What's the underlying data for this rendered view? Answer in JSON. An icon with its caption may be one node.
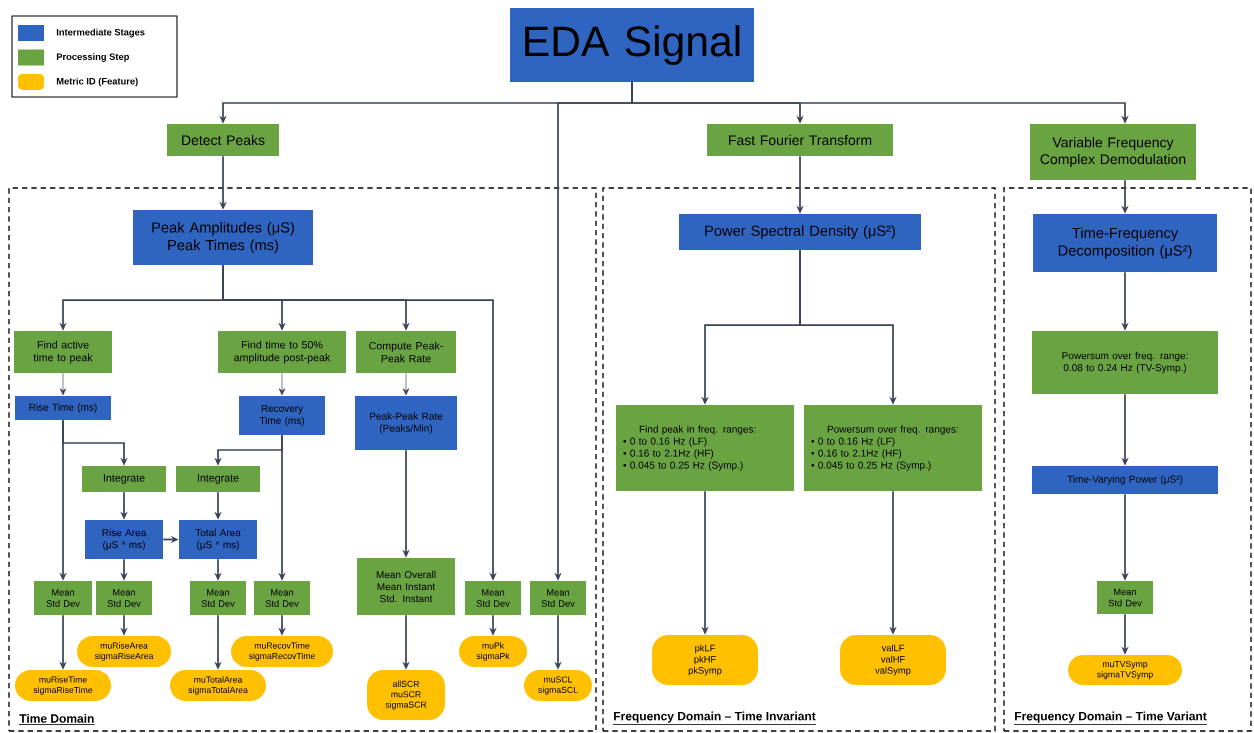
{
  "diagram": {
    "nodes": [
      {
        "text": [
          "EDA Signal"
        ]
      },
      {
        "text": [
          "Detect Peaks"
        ]
      },
      {
        "text": [
          "Fast Fourier Transform"
        ]
      },
      {
        "text": [
          "Variable Frequency Complex Demodulation"
        ]
      },
      {
        "text": [
          "Time Domain"
        ]
      },
      {
        "text": [
          "Frequency Domain – Time Invariant"
        ]
      },
      {
        "text": [
          "Frequency Domain – Time Variant"
        ]
      },
      {
        "text": [
          "Peak Amplitudes (μS)",
          "Peak Times (ms)"
        ],
        "in": 4
      },
      {
        "text": [
          "Power Spectral Density (μS²)"
        ],
        "in": 5
      },
      {
        "text": [
          "Time-Frequency Decomposition (μS²)"
        ],
        "in": 6
      },
      {
        "text": [
          "Find active time to peak"
        ],
        "in": 4
      },
      {
        "text": [
          "Find time to 50% amplitude post-peak"
        ],
        "in": 4
      },
      {
        "text": [
          "Compute Peak-Peak Rate"
        ],
        "in": 4
      },
      {
        "text": [
          "Rise Time (ms)"
        ],
        "in": 4
      },
      {
        "text": [
          "Recovery Time (ms)"
        ],
        "in": 4
      },
      {
        "text": [
          "Peak-Peak Rate (Peaks/Min)"
        ],
        "in": 4
      },
      {
        "text": [
          "Integrate"
        ],
        "in": 4
      },
      {
        "text": [
          "Integrate"
        ],
        "in": 4
      },
      {
        "text": [
          "Rise Area (μS * ms)"
        ],
        "in": 4
      },
      {
        "text": [
          "Total Area (μS * ms)"
        ],
        "in": 4
      },
      {
        "text": [
          "Mean",
          "Std Dev"
        ],
        "in": 4
      },
      {
        "text": [
          "Mean",
          "Std Dev"
        ],
        "in": 4
      },
      {
        "text": [
          "Mean",
          "Std Dev"
        ],
        "in": 4
      },
      {
        "text": [
          "Mean",
          "Std Dev"
        ],
        "in": 4
      },
      {
        "text": [
          "Mean Overall",
          "Mean Instant",
          "Std. Instant"
        ],
        "in": 4
      },
      {
        "text": [
          "Mean",
          "Std Dev"
        ],
        "in": 4
      },
      {
        "text": [
          "Mean",
          "Std Dev"
        ],
        "in": 4
      },
      {
        "text": [
          "muRiseArea",
          "sigmaRiseArea"
        ],
        "in": 4
      },
      {
        "text": [
          "muRecovTime",
          "sigmaRecovTime"
        ],
        "in": 4
      },
      {
        "text": [
          "muPk",
          "sigmaPk"
        ],
        "in": 4
      },
      {
        "text": [
          "muRiseTime",
          "sigmaRiseTime"
        ],
        "in": 4
      },
      {
        "text": [
          "muTotalArea",
          "sigmaTotalArea"
        ],
        "in": 4
      },
      {
        "text": [
          "allSCR",
          "muSCR",
          "sigmaSCR"
        ],
        "in": 4
      },
      {
        "text": [
          "muSCL",
          "sigmaSCL"
        ],
        "in": 4
      },
      {
        "text": [
          "Find peak in freq. ranges:",
          "• 0 to 0.16 Hz (LF)",
          "• 0.16 to 2.1Hz (HF)",
          "• 0.045 to 0.25 Hz (Symp.)"
        ],
        "in": 5
      },
      {
        "text": [
          "Powersum over freq. ranges:",
          "• 0 to 0.16 Hz (LF)",
          "• 0.16 to 2.1Hz (HF)",
          "• 0.045 to 0.25 Hz (Symp.)"
        ],
        "in": 5
      },
      {
        "text": [
          "pkLF",
          "pkHF",
          "pkSymp"
        ],
        "in": 5
      },
      {
        "text": [
          "valLF",
          "valHF",
          "valSymp"
        ],
        "in": 5
      },
      {
        "text": [
          "Powersum over freq. range: 0.08 to 0.24 Hz (TV-Symp.)"
        ],
        "in": 6
      },
      {
        "text": [
          "Time-Varying Power (μS²)"
        ],
        "in": 6
      },
      {
        "text": [
          "Mean",
          "Std Dev"
        ],
        "in": 6
      },
      {
        "text": [
          "muTVSymp",
          "sigmaTVSymp"
        ],
        "in": 6
      }
    ],
    "edges": [
      {
        "from": 0,
        "to": 1,
        "arrow": "to"
      },
      {
        "from": 0,
        "to": 26,
        "arrow": "to"
      },
      {
        "from": 0,
        "to": 2,
        "arrow": "to"
      },
      {
        "from": 0,
        "to": 3,
        "arrow": "to"
      },
      {
        "from": 1,
        "to": 7,
        "arrow": "to"
      },
      {
        "from": 2,
        "to": 8,
        "arrow": "to"
      },
      {
        "from": 3,
        "to": 9,
        "arrow": "to"
      },
      {
        "from": 7,
        "to": 10,
        "arrow": "to"
      },
      {
        "from": 7,
        "to": 11,
        "arrow": "to"
      },
      {
        "from": 7,
        "to": 12,
        "arrow": "to"
      },
      {
        "from": 7,
        "to": 25,
        "arrow": "to"
      },
      {
        "from": 10,
        "to": 13,
        "arrow": "to"
      },
      {
        "from": 11,
        "to": 14,
        "arrow": "to"
      },
      {
        "from": 12,
        "to": 15,
        "arrow": "to"
      },
      {
        "from": 13,
        "to": 20,
        "arrow": "to"
      },
      {
        "from": 13,
        "to": 16,
        "arrow": "to"
      },
      {
        "from": 14,
        "to": 17,
        "arrow": "to"
      },
      {
        "from": 14,
        "to": 23,
        "arrow": "to"
      },
      {
        "from": 16,
        "to": 18,
        "arrow": "to"
      },
      {
        "from": 17,
        "to": 19,
        "arrow": "to"
      },
      {
        "from": 18,
        "to": 19,
        "arrow": "to"
      },
      {
        "from": 18,
        "to": 21,
        "arrow": "to"
      },
      {
        "from": 19,
        "to": 22,
        "arrow": "to"
      },
      {
        "from": 15,
        "to": 24,
        "arrow": "to"
      },
      {
        "from": 24,
        "to": 32,
        "arrow": "to"
      },
      {
        "from": 20,
        "to": 30,
        "arrow": "to"
      },
      {
        "from": 21,
        "to": 27,
        "arrow": "to"
      },
      {
        "from": 22,
        "to": 31,
        "arrow": "to"
      },
      {
        "from": 23,
        "to": 28,
        "arrow": "to"
      },
      {
        "from": 25,
        "to": 29,
        "arrow": "to"
      },
      {
        "from": 26,
        "to": 33,
        "arrow": "to"
      },
      {
        "from": 8,
        "to": 34,
        "arrow": "to"
      },
      {
        "from": 8,
        "to": 35,
        "arrow": "to"
      },
      {
        "from": 34,
        "to": 36,
        "arrow": "to"
      },
      {
        "from": 35,
        "to": 37,
        "arrow": "to"
      },
      {
        "from": 9,
        "to": 38,
        "arrow": "to"
      },
      {
        "from": 38,
        "to": 39,
        "arrow": "to"
      },
      {
        "from": 39,
        "to": 40,
        "arrow": "to"
      },
      {
        "from": 40,
        "to": 41,
        "arrow": "to"
      }
    ],
    "legend": [
      {
        "text": "Intermediate Stages",
        "color": "#2f65c0"
      },
      {
        "text": "Processing Step",
        "color": "#6aa342"
      },
      {
        "text": "Metric ID (Feature)",
        "color": "#ffc000"
      }
    ]
  }
}
